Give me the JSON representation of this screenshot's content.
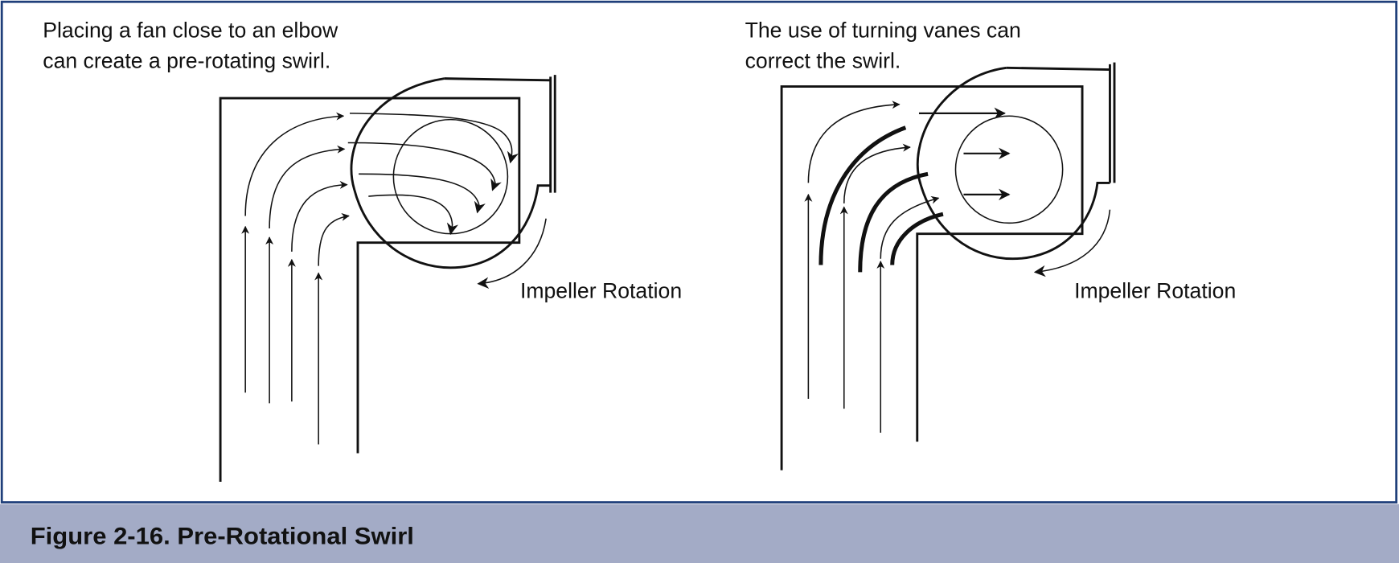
{
  "figure": {
    "caption": "Figure 2-16. Pre-Rotational Swirl",
    "caption_bar_color": "#a3abc6",
    "border_color": "#1f3f7a"
  },
  "left_panel": {
    "description_line1": "Placing a fan close to an elbow",
    "description_line2": "can create a pre-rotating swirl.",
    "rotation_label": "Impeller Rotation"
  },
  "right_panel": {
    "description_line1": "The use of turning vanes can",
    "description_line2": "correct the swirl.",
    "rotation_label": "Impeller Rotation"
  }
}
